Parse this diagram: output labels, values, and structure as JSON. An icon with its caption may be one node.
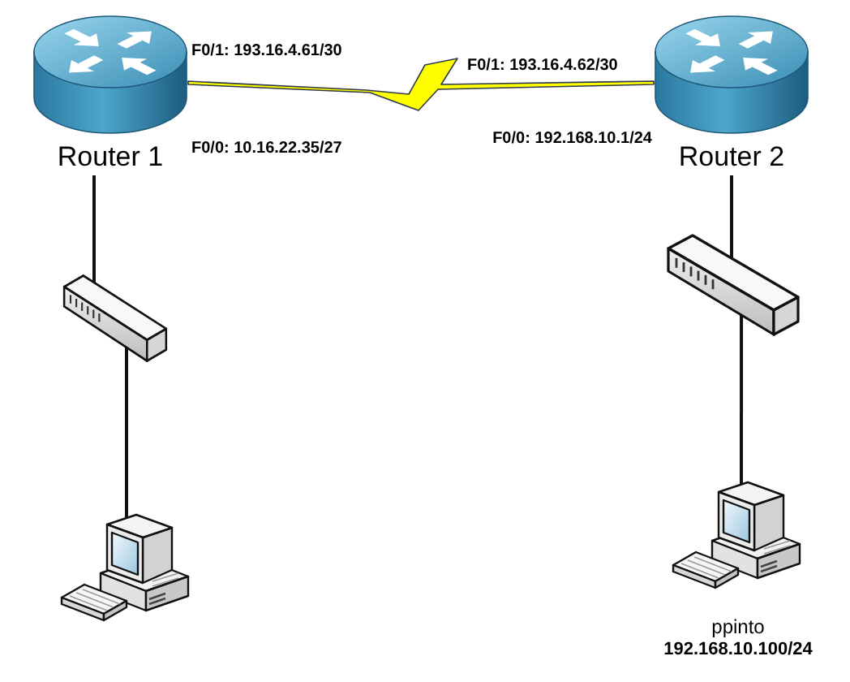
{
  "diagram": {
    "nodes": [
      {
        "text": [
          "Router 1"
        ],
        "beside": [
          "F0/1: 193.16.4.61/30",
          "F0/0: 10.16.22.35/27"
        ]
      },
      {
        "text": [
          "Router 2"
        ],
        "beside": [
          "F0/1: 193.16.4.62/30",
          "F0/0: 192.168.10.1/24"
        ]
      },
      {
        "text": [],
        "shape": "picture"
      },
      {
        "text": [],
        "shape": "picture"
      },
      {
        "text": [],
        "shape": "picture"
      },
      {
        "text": [
          "ppinto",
          "192.168.10.100/24"
        ]
      }
    ],
    "edges": [
      {
        "from": 0,
        "to": 1,
        "arrow": "none",
        "color": "#ffff00"
      },
      {
        "from": 0,
        "to": 2,
        "arrow": "none"
      },
      {
        "from": 1,
        "to": 3,
        "arrow": "none"
      },
      {
        "from": 2,
        "to": 4,
        "arrow": "none"
      },
      {
        "from": 3,
        "to": 5,
        "arrow": "none"
      }
    ]
  }
}
